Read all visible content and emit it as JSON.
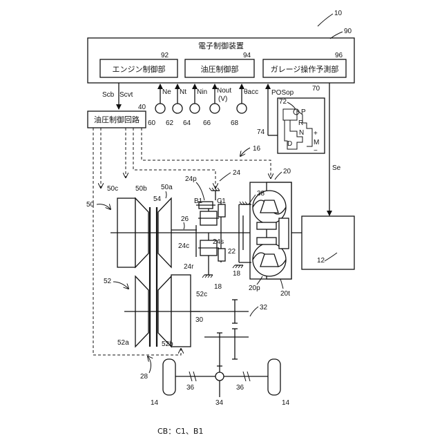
{
  "refs": {
    "r10": "10",
    "r90": "90",
    "r92": "92",
    "r94": "94",
    "r96": "96",
    "r70": "70",
    "r72": "72",
    "r74": "74",
    "r40": "40",
    "r60": "60",
    "r62": "62",
    "r64": "64",
    "r66": "66",
    "r68": "68",
    "r16": "16",
    "r24": "24",
    "r20": "20",
    "r24p": "24p",
    "r38": "38",
    "r50": "50",
    "r50c": "50c",
    "r50b": "50b",
    "r50a": "50a",
    "r54": "54",
    "r26": "26",
    "r24c": "24c",
    "r24s": "24s",
    "r22": "22",
    "r24r": "24r",
    "r18a": "18",
    "r18b": "18",
    "r20p": "20p",
    "r20t": "20t",
    "r12": "12",
    "r52": "52",
    "r52c": "52c",
    "r52a": "52a",
    "r52b": "52b",
    "r30": "30",
    "r32": "32",
    "r28": "28",
    "r36a": "36",
    "r36b": "36",
    "r34": "34",
    "r14a": "14",
    "r14b": "14"
  },
  "boxes": {
    "ecu_title": "電子制御装置",
    "engine_ctrl": "エンジン制御部",
    "hydraulic_ctrl": "油圧制御部",
    "garage_pred": "ガレージ操作予測部",
    "hydraulic_circuit": "油圧制御回路"
  },
  "signals": {
    "scb": "Scb",
    "scvt": "Scvt",
    "ne": "Ne",
    "nt": "Nt",
    "nin": "Nin",
    "nout": "Nout",
    "v": "(V)",
    "theta": "θacc",
    "posop": "POSop",
    "se": "Se"
  },
  "shift": {
    "p": "P",
    "r": "R",
    "n": "N",
    "d": "D",
    "plus": "+",
    "m": "M",
    "minus": "−"
  },
  "clutch": {
    "b1": "B1",
    "c1": "C1"
  },
  "caption": "CB：C1、B1"
}
